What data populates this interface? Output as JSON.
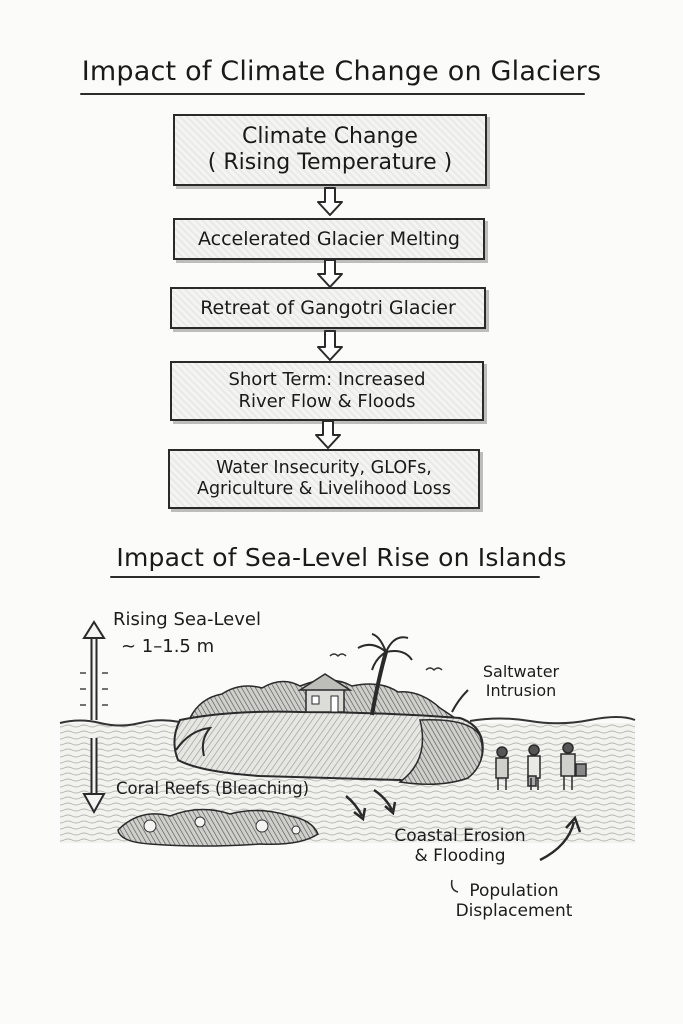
{
  "glacier_section": {
    "title": "Impact of Climate Change on Glaciers",
    "flow": [
      {
        "line1": "Climate Change",
        "line2": "( Rising Temperature )"
      },
      {
        "line1": "Accelerated Glacier Melting"
      },
      {
        "line1": "Retreat of Gangotri Glacier"
      },
      {
        "line1": "Short Term: Increased",
        "line2": "River Flow & Floods"
      },
      {
        "line1": "Water Insecurity, GLOFs,",
        "line2": "Agriculture & Livelihood Loss"
      }
    ]
  },
  "island_section": {
    "title": "Impact of Sea-Level Rise on Islands",
    "labels": {
      "rising_sea_level": "Rising Sea-Level",
      "range": "~ 1–1.5 m",
      "saltwater_line1": "Saltwater",
      "saltwater_line2": "Intrusion",
      "coral_reefs": "Coral Reefs (Bleaching)",
      "erosion_line1": "Coastal Erosion",
      "erosion_line2": "& Flooding",
      "displacement_line1": "Population",
      "displacement_line2": "Displacement"
    }
  }
}
